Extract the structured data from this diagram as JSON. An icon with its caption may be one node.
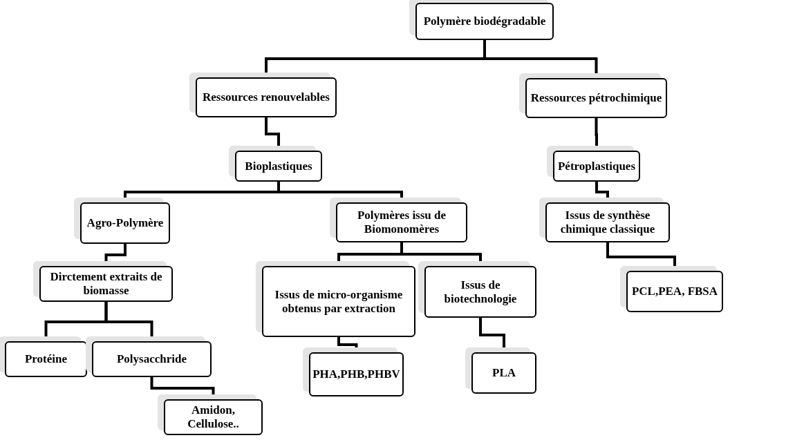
{
  "diagram": {
    "nodes": [
      {
        "text": [
          "Polymère biodégradable"
        ]
      },
      {
        "text": [
          "Ressources renouvelables"
        ]
      },
      {
        "text": [
          "Ressources pétrochimique"
        ]
      },
      {
        "text": [
          "**Bioplastiq**ues"
        ]
      },
      {
        "text": [
          "Pétroplastiques"
        ]
      },
      {
        "text": [
          "Agro-Polymère"
        ]
      },
      {
        "text": [
          "Polymères issu de Biomonomères"
        ]
      },
      {
        "text": [
          "Issus de synthèse chimique classique"
        ]
      },
      {
        "text": [
          "Dirctement extraits de biomasse"
        ]
      },
      {
        "text": [
          "Issus de micro-organisme obtenus par extraction"
        ]
      },
      {
        "text": [
          "Issus de biotechnologie"
        ]
      },
      {
        "text": [
          "PCL,PEA, FBSA"
        ]
      },
      {
        "text": [
          "Protéine"
        ]
      },
      {
        "text": [
          "Polysacchride"
        ]
      },
      {
        "text": [
          "PHA,PHB,PHBV"
        ]
      },
      {
        "text": [
          "PLA"
        ]
      },
      {
        "text": [
          "Amidon, Cellulose.."
        ]
      }
    ],
    "edges": [
      {
        "from": 0,
        "to": 1,
        "arrow": "none"
      },
      {
        "from": 0,
        "to": 2,
        "arrow": "none"
      },
      {
        "from": 1,
        "to": 3,
        "arrow": "none"
      },
      {
        "from": 2,
        "to": 4,
        "arrow": "none"
      },
      {
        "from": 3,
        "to": 5,
        "arrow": "none"
      },
      {
        "from": 3,
        "to": 6,
        "arrow": "none"
      },
      {
        "from": 4,
        "to": 7,
        "arrow": "none"
      },
      {
        "from": 5,
        "to": 8,
        "arrow": "none"
      },
      {
        "from": 6,
        "to": 9,
        "arrow": "none"
      },
      {
        "from": 6,
        "to": 10,
        "arrow": "none"
      },
      {
        "from": 7,
        "to": 11,
        "arrow": "none"
      },
      {
        "from": 8,
        "to": 12,
        "arrow": "none"
      },
      {
        "from": 8,
        "to": 13,
        "arrow": "none"
      },
      {
        "from": 9,
        "to": 14,
        "arrow": "none"
      },
      {
        "from": 10,
        "to": 15,
        "arrow": "none"
      },
      {
        "from": 13,
        "to": 16,
        "arrow": "none"
      }
    ]
  }
}
